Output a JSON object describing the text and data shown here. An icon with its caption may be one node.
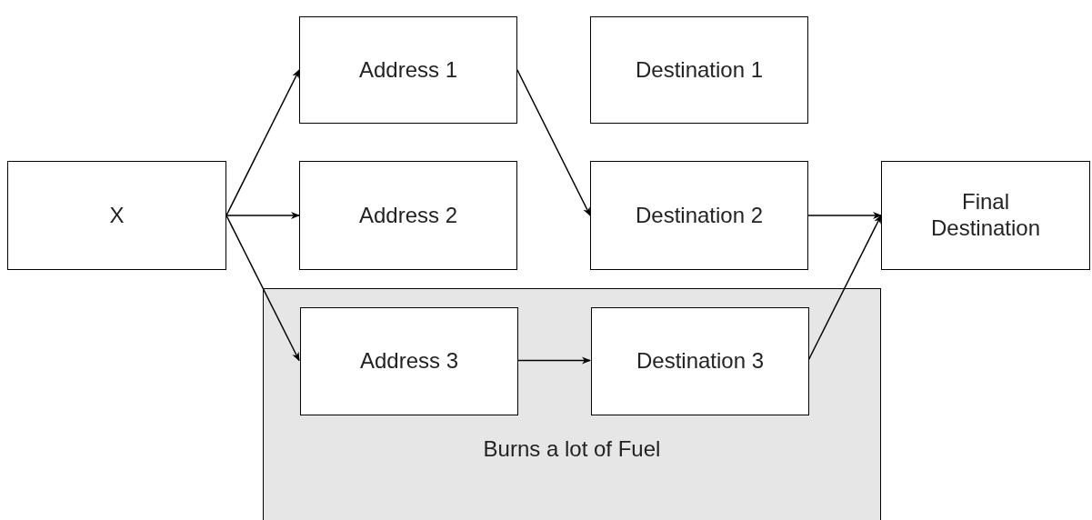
{
  "diagram": {
    "nodes": [
      {
        "text": [
          "X"
        ]
      },
      {
        "text": [
          "Address 1"
        ]
      },
      {
        "text": [
          "Destination 1"
        ]
      },
      {
        "text": [
          "Address 2"
        ]
      },
      {
        "text": [
          "Destination 2"
        ]
      },
      {
        "text": [
          "Final Destination"
        ]
      },
      {
        "text": [
          "Burns a lot of Fuel"
        ]
      },
      {
        "text": [
          "Address 3"
        ],
        "in": 6
      },
      {
        "text": [
          "Destination 3"
        ],
        "in": 6
      }
    ],
    "edges": [
      {
        "from": 0,
        "to": 1,
        "arrow": "to"
      },
      {
        "from": 0,
        "to": 3,
        "arrow": "to"
      },
      {
        "from": 0,
        "to": 7,
        "arrow": "to"
      },
      {
        "from": 1,
        "to": 4,
        "arrow": "to"
      },
      {
        "from": 4,
        "to": 5,
        "arrow": "to"
      },
      {
        "from": 7,
        "to": 8,
        "arrow": "to"
      },
      {
        "from": 8,
        "to": 5,
        "arrow": "to"
      }
    ]
  }
}
